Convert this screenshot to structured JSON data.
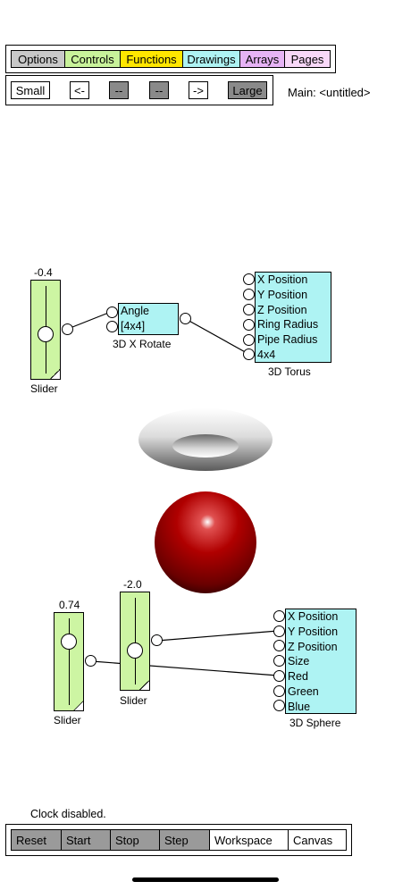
{
  "menu": {
    "items": [
      {
        "label": "Options",
        "color": "#c8c8c8"
      },
      {
        "label": "Controls",
        "color": "#c8f29a"
      },
      {
        "label": "Functions",
        "color": "#ffe600"
      },
      {
        "label": "Drawings",
        "color": "#aef3f3"
      },
      {
        "label": "Arrays",
        "color": "#e6b3f5"
      },
      {
        "label": "Pages",
        "color": "#f8d8f8"
      }
    ]
  },
  "zoom": {
    "small": "Small",
    "prev": "<-",
    "mid1": "--",
    "mid2": "--",
    "next": "->",
    "large": "Large"
  },
  "main_title": "Main: <untitled>",
  "nodes": {
    "slider1": {
      "value": "-0.4",
      "label": "Slider",
      "level": 0.5
    },
    "rotate": {
      "inputs": [
        "Angle",
        "[4x4]"
      ],
      "label": "3D X Rotate"
    },
    "torus": {
      "inputs": [
        "X Position",
        "Y Position",
        "Z Position",
        "Ring Radius",
        "Pipe Radius",
        "4x4"
      ],
      "label": "3D Torus"
    },
    "slider2": {
      "value": "0.74",
      "label": "Slider",
      "level": 0.74
    },
    "slider3": {
      "value": "-2.0",
      "label": "Slider",
      "level": 0.45
    },
    "sphere": {
      "inputs": [
        "X Position",
        "Y Position",
        "Z Position",
        "Size",
        "Red",
        "Green",
        "Blue"
      ],
      "label": "3D Sphere"
    }
  },
  "colors": {
    "slider": "#cdf5a3",
    "drawing_box": "#aef3f3",
    "sphere": "#b80000",
    "torus": "#e8e8e8"
  },
  "clock_status": "Clock disabled.",
  "bottom": {
    "reset": "Reset",
    "start": "Start",
    "stop": "Stop",
    "step": "Step",
    "workspace": "Workspace",
    "canvas": "Canvas"
  }
}
